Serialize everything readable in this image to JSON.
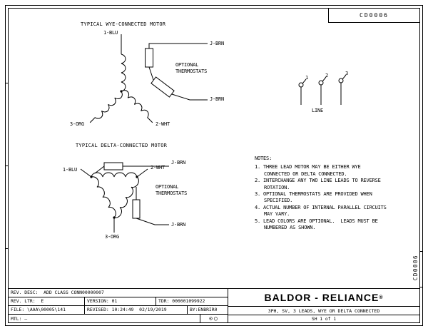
{
  "doc": {
    "number": "CD0006",
    "side_number": "CD0006"
  },
  "wye": {
    "title": "TYPICAL WYE-CONNECTED MOTOR",
    "lead1": "1-BLU",
    "lead2": "2-WHT",
    "lead3": "3-ORG",
    "jbrn_top": "J-BRN",
    "jbrn_bottom": "J-BRN",
    "thermostats_label": "OPTIONAL THERMOSTATS"
  },
  "delta": {
    "title": "TYPICAL DELTA-CONNECTED MOTOR",
    "lead1": "1-BLU",
    "lead2": "2-WHT",
    "lead3": "3-ORG",
    "jbrn_top": "J-BRN",
    "jbrn_bottom": "J-BRN",
    "thermostats_label": "OPTIONAL THERMOSTATS"
  },
  "line_terminals": {
    "label": "LINE",
    "numbers": [
      "1",
      "2",
      "3"
    ]
  },
  "notes": {
    "heading": "NOTES:",
    "lines": [
      "1. THREE LEAD MOTOR MAY BE EITHER WYE",
      "CONNECTED OR DELTA CONNECTED.",
      "2. INTERCHANGE ANY TWO LINE LEADS TO REVERSE",
      "ROTATION.",
      "3. OPTIONAL THERMOSTATS ARE PROVIDED WHEN",
      "SPECIFIED.",
      "4. ACTUAL NUMBER OF INTERNAL PARALLEL CIRCUITS",
      "MAY VARY.",
      "5. LEAD COLORS ARE OPTIONAL.  LEADS MUST BE",
      "NUMBERED AS SHOWN."
    ]
  },
  "titleblock": {
    "rev_desc": "REV. DESC:  ADD CLASS CONN00000007",
    "rev_ltr": "REV. LTR:  E",
    "version": "VERSION: 01",
    "tdr": "TDR: 000001099922",
    "file": "FILE: \\AAA\\00005\\141",
    "revised": "REVISED: 10:24:49  02/19/2019",
    "by": "BY:ENBRIR0",
    "mtl": "MTL: –",
    "projection_symbols": "⊙◯",
    "brand": "BALDOR - RELIANCE",
    "registered": "®",
    "subtitle": "3PH, SV, 3 LEADS, WYE OR DELTA CONNECTED",
    "sheet": "SH 1 of 1"
  }
}
